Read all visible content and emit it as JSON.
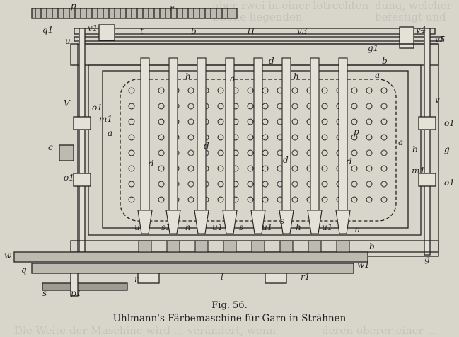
{
  "figure": {
    "number": "Fig. 56.",
    "title": "Uhlmann's Färbemaschine für Garn in Strähnen"
  },
  "bleed_through": [
    "über zwei in einer lotrechten Ebene liegenden",
    "deren oberer einer ...",
    "dung, welcher",
    "befestigt und",
    "Die Weite der Maschine wird ... verändert, wenn"
  ],
  "labels": [
    "p",
    "r",
    "q1",
    "u",
    "v1",
    "t",
    "b",
    "l1",
    "v3",
    "v4",
    "v5",
    "g1",
    "b",
    "a",
    "d",
    "h",
    "h",
    "a",
    "V",
    "o1",
    "m1",
    "a",
    "c",
    "d",
    "d",
    "d",
    "p",
    "d",
    "a",
    "b",
    "g",
    "v",
    "o1",
    "m1",
    "o1",
    "o1",
    "u",
    "s1",
    "h",
    "u1",
    "s",
    "u1",
    "s",
    "h",
    "u1",
    "a",
    "b",
    "w",
    "q",
    "r",
    "l",
    "r1",
    "w1",
    "g",
    "s",
    "p1"
  ]
}
